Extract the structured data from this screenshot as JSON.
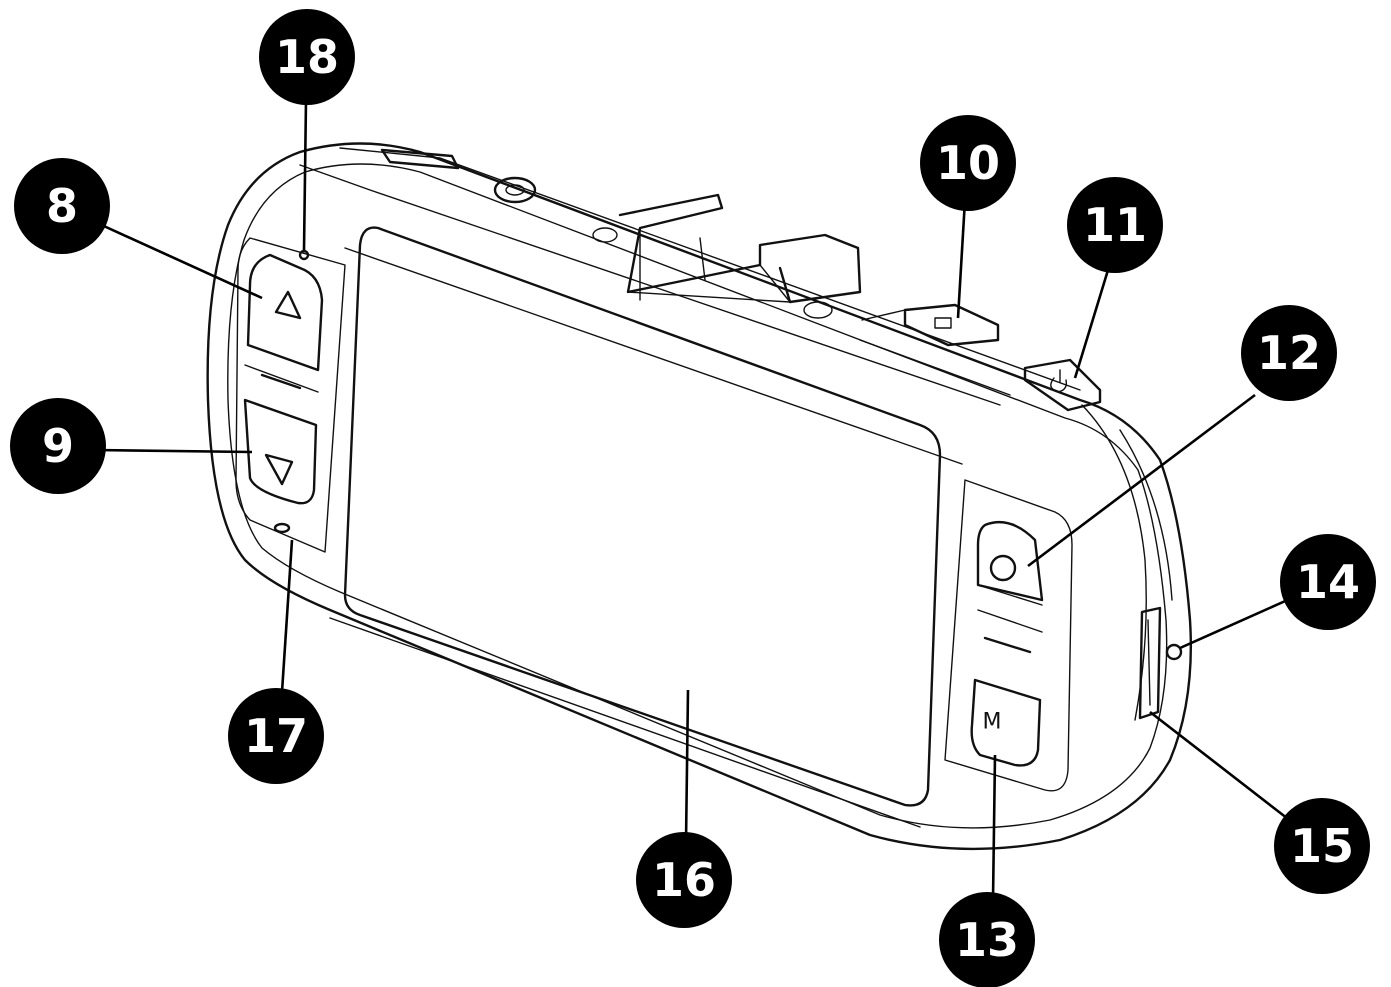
{
  "callouts": [
    {
      "id": "c8",
      "label": "8"
    },
    {
      "id": "c9",
      "label": "9"
    },
    {
      "id": "c10",
      "label": "10"
    },
    {
      "id": "c11",
      "label": "11"
    },
    {
      "id": "c12",
      "label": "12"
    },
    {
      "id": "c13",
      "label": "13"
    },
    {
      "id": "c14",
      "label": "14"
    },
    {
      "id": "c15",
      "label": "15"
    },
    {
      "id": "c16",
      "label": "16"
    },
    {
      "id": "c17",
      "label": "17"
    },
    {
      "id": "c18",
      "label": "18"
    }
  ],
  "device": {
    "mode_button_glyph": "M"
  },
  "icons": [
    "up-triangle-icon",
    "down-triangle-icon",
    "ok-circle-icon",
    "camera-icon",
    "power-icon",
    "led-indicator-icon"
  ]
}
